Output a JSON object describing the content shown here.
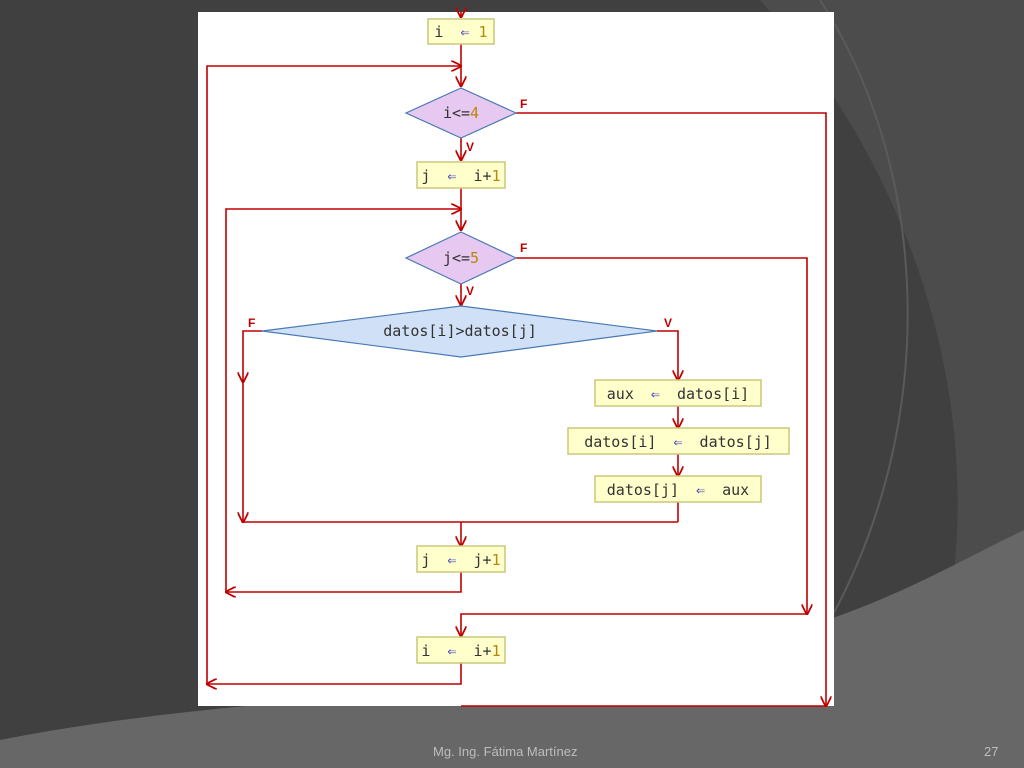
{
  "colors": {
    "slide_background": "#404040",
    "panel": "#ffffff",
    "flow_line": "#c00000",
    "process_fill": "#ffffcc",
    "process_stroke": "#c9c97a",
    "decision_fill": "#e6c8f0",
    "comparison_fill": "#cfe0f7",
    "identifier_text": "#333333",
    "number_text": "#b8860b",
    "arrow_symbol": "#4040c0"
  },
  "nodes": {
    "init_i": {
      "var": "i",
      "arrow": "⇐",
      "expr": "",
      "num": "1"
    },
    "cond_i": {
      "text": "i<=",
      "num": "4"
    },
    "init_j": {
      "var": "j",
      "arrow": "⇐",
      "expr": "i+",
      "num": "1"
    },
    "cond_j": {
      "text": "j<=",
      "num": "5"
    },
    "compare": {
      "text": "datos[i]>datos[j]"
    },
    "swap1": {
      "var": "aux",
      "arrow": "⇐",
      "expr": "datos[i]",
      "num": ""
    },
    "swap2": {
      "var": "datos[i]",
      "arrow": "⇐",
      "expr": "datos[j]",
      "num": ""
    },
    "swap3": {
      "var": "datos[j]",
      "arrow": "⇐",
      "expr": "aux",
      "num": ""
    },
    "inc_j": {
      "var": "j",
      "arrow": "⇐",
      "expr": "j+",
      "num": "1"
    },
    "inc_i": {
      "var": "i",
      "arrow": "⇐",
      "expr": "i+",
      "num": "1"
    }
  },
  "branch_labels": {
    "cond_i_true": "V",
    "cond_i_false": "F",
    "cond_j_true": "V",
    "cond_j_false": "F",
    "compare_true": "V",
    "compare_false": "F"
  },
  "footer": {
    "author": "Mg. Ing. Fátima Martínez",
    "page_number": "27"
  }
}
